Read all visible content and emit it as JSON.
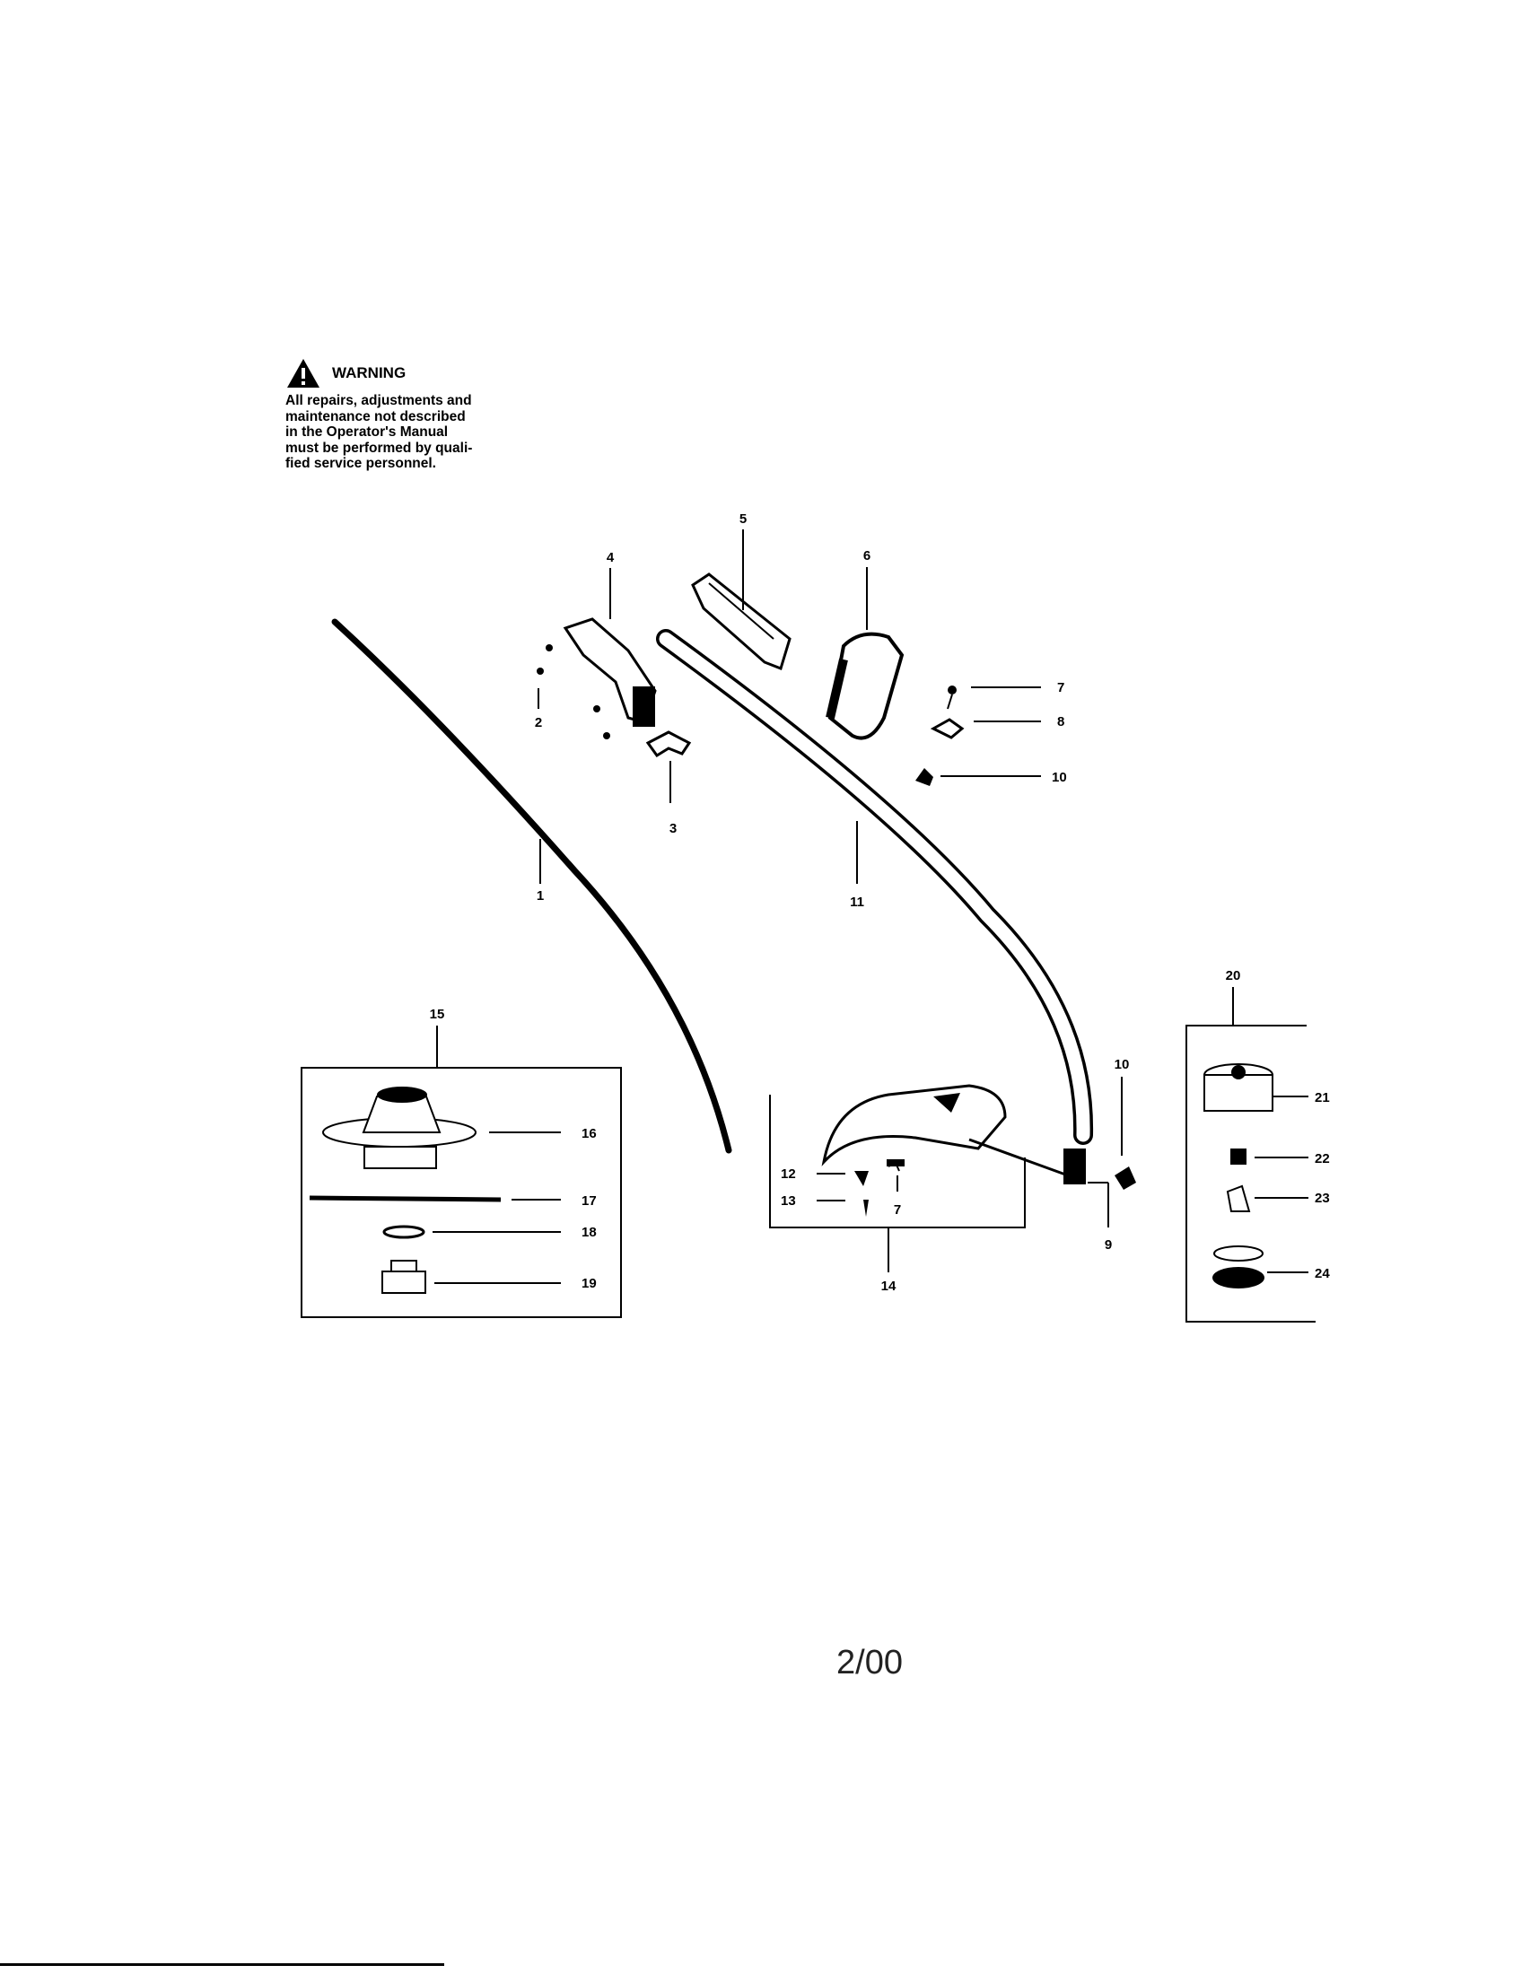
{
  "warning": {
    "title": "WARNING",
    "lines": [
      "All repairs, adjustments and",
      "maintenance not described",
      "in the Operator's Manual",
      "must be performed by quali-",
      "fied service personnel."
    ]
  },
  "callouts": {
    "c1": "1",
    "c2": "2",
    "c3": "3",
    "c4": "4",
    "c5": "5",
    "c6": "6",
    "c7a": "7",
    "c8": "8",
    "c10a": "10",
    "c11": "11",
    "c20": "20",
    "c15": "15",
    "c16": "16",
    "c17": "17",
    "c18": "18",
    "c19": "19",
    "c10b": "10",
    "c21": "21",
    "c22": "22",
    "c23": "23",
    "c24": "24",
    "c12": "12",
    "c13": "13",
    "c7b": "7",
    "c14": "14",
    "c9": "9"
  },
  "footer": {
    "date": "2/00"
  }
}
